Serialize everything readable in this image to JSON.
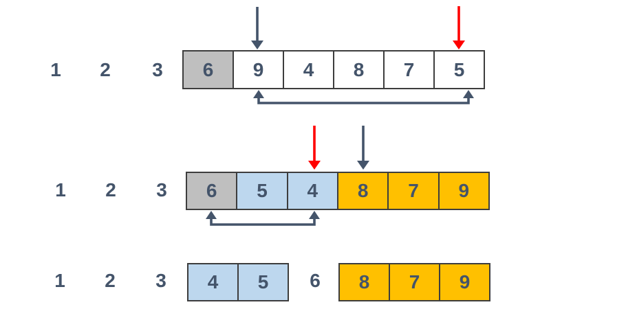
{
  "colors": {
    "background": "#FFFFFF",
    "dark_slate": "#44546A",
    "red": "#FF0000",
    "gray_fill": "#BFBFBF",
    "blue_fill": "#BDD7EE",
    "orange_fill": "#FFC000",
    "white_fill": "#FFFFFF",
    "border": "#3D3D3D"
  },
  "steps": [
    {
      "name": "initial-array",
      "index_labels": [
        "1",
        "2",
        "3"
      ],
      "cells": [
        {
          "value": "6",
          "highlight": "gray"
        },
        {
          "value": "9",
          "highlight": "white"
        },
        {
          "value": "4",
          "highlight": "white"
        },
        {
          "value": "8",
          "highlight": "white"
        },
        {
          "value": "7",
          "highlight": "white"
        },
        {
          "value": "5",
          "highlight": "white"
        }
      ],
      "pointers": [
        {
          "direction": "down",
          "color": "dark_slate",
          "points_to_value": "9"
        },
        {
          "direction": "down",
          "color": "red",
          "points_to_value": "5"
        }
      ],
      "swap_connector": {
        "between_values": [
          "9",
          "5"
        ]
      }
    },
    {
      "name": "after-first-swap",
      "index_labels": [
        "1",
        "2",
        "3"
      ],
      "cells": [
        {
          "value": "6",
          "highlight": "gray"
        },
        {
          "value": "5",
          "highlight": "blue"
        },
        {
          "value": "4",
          "highlight": "blue"
        },
        {
          "value": "8",
          "highlight": "orange"
        },
        {
          "value": "7",
          "highlight": "orange"
        },
        {
          "value": "9",
          "highlight": "orange"
        }
      ],
      "pointers": [
        {
          "direction": "down",
          "color": "red",
          "points_to_value": "4"
        },
        {
          "direction": "down",
          "color": "dark_slate",
          "points_to_value": "8"
        }
      ],
      "swap_connector": {
        "between_values": [
          "6",
          "4"
        ]
      }
    },
    {
      "name": "partitioned-result",
      "index_labels": [
        "1",
        "2",
        "3"
      ],
      "left_cells": [
        {
          "value": "4",
          "highlight": "blue"
        },
        {
          "value": "5",
          "highlight": "blue"
        }
      ],
      "pivot_label": "6",
      "right_cells": [
        {
          "value": "8",
          "highlight": "orange"
        },
        {
          "value": "7",
          "highlight": "orange"
        },
        {
          "value": "9",
          "highlight": "orange"
        }
      ]
    }
  ]
}
